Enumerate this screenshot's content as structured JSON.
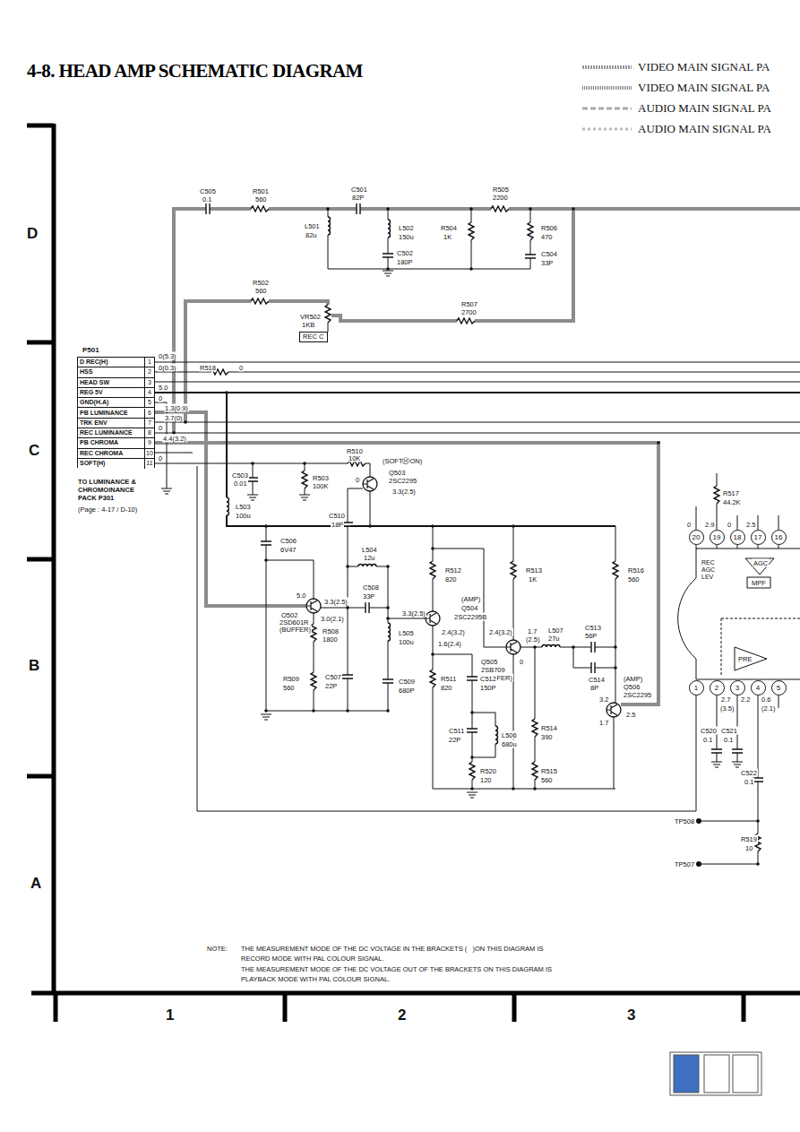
{
  "diagram": {
    "title": "4-8. HEAD AMP SCHEMATIC DIAGRAM",
    "nodes": [
      {
        "text": [
          "P501"
        ]
      },
      {
        "text": [
          "D REC(H)",
          "1"
        ],
        "in": 0
      },
      {
        "text": [
          "HSS",
          "2"
        ],
        "in": 0
      },
      {
        "text": [
          "HEAD SW",
          "3"
        ],
        "in": 0
      },
      {
        "text": [
          "REG 5V",
          "4"
        ],
        "in": 0
      },
      {
        "text": [
          "GND(H.A)",
          "5"
        ],
        "in": 0
      },
      {
        "text": [
          "PB LUMINANCE",
          "6"
        ],
        "in": 0
      },
      {
        "text": [
          "TRK ENV",
          "7"
        ],
        "in": 0
      },
      {
        "text": [
          "REC LUMINANCE",
          "8"
        ],
        "in": 0
      },
      {
        "text": [
          "PB CHROMA",
          "9"
        ],
        "in": 0
      },
      {
        "text": [
          "REC CHROMA",
          "10"
        ],
        "in": 0
      },
      {
        "text": [
          "SOFT(H)",
          "11"
        ],
        "in": 0
      },
      {
        "text": [
          "REC C"
        ]
      },
      {
        "text": [
          "20"
        ]
      },
      {
        "text": [
          "19"
        ]
      },
      {
        "text": [
          "18"
        ]
      },
      {
        "text": [
          "17"
        ]
      },
      {
        "text": [
          "16"
        ]
      },
      {
        "text": [
          "1"
        ]
      },
      {
        "text": [
          "2"
        ]
      },
      {
        "text": [
          "3"
        ]
      },
      {
        "text": [
          "4"
        ]
      },
      {
        "text": [
          "5"
        ]
      }
    ],
    "labels": [
      "D",
      "C",
      "B",
      "A",
      "1",
      "2",
      "3",
      "C505",
      "0.1",
      "R501",
      "560",
      "C501",
      "82P",
      "R505",
      "2200",
      "L501",
      "82u",
      "L502",
      "150u",
      "R504",
      "1K",
      "R506",
      "470",
      "C502",
      "180P",
      "C504",
      "33P",
      "R502",
      "560",
      "R507",
      "2700",
      "VR502",
      "1KB",
      "0(5.3)",
      "0(0.3)",
      "R518",
      "0",
      "5.0",
      "0",
      "1.3(0.9)",
      "3.7(0)",
      "0",
      "4.4(3.2)",
      "0",
      "TO LUMINANCE & CHROMOINANCE PACK P301",
      "(Page : 4-17 / D-10)",
      "R510",
      "10K",
      "(SOFTⒽON)",
      "Q503",
      "2SC2295",
      "3.3(2.5)",
      "0",
      "C503",
      "0.01",
      "R503",
      "100K",
      "L503",
      "100u",
      "C506",
      "6V47",
      "C510",
      "18P",
      "L504",
      "12u",
      "C508",
      "33P",
      "R512",
      "820",
      "R513",
      "1K",
      "R516",
      "560",
      "5.0",
      "Q502",
      "2SD601R",
      "(BUFFER)",
      "3.3(2.5)",
      "3.0(2.1)",
      "R508",
      "1800",
      "(AMP)",
      "Q504",
      "2SC2295B",
      "3.3(2.5)",
      "2.4(3.2)",
      "1.6(2.4)",
      "2.4(3.2)",
      "Q505",
      "2SB709",
      "(BUFFER)",
      "0",
      "1.7",
      "(2.5)",
      "L507",
      "27u",
      "C513",
      "56P",
      "L505",
      "100u",
      "C514",
      "8P",
      "R509",
      "560",
      "C507",
      "22P",
      "C509",
      "680P",
      "R511",
      "820",
      "C512",
      "150P",
      "(AMP)",
      "Q506",
      "2SC2295",
      "3.2",
      "2.5",
      "1.7",
      "C511",
      "22P",
      "L506",
      "680u",
      "R514",
      "390",
      "R520",
      "120",
      "R515",
      "560",
      "R517",
      "44.2K",
      "0",
      "2.9",
      "0",
      "2.5",
      "REC AGC LEV",
      "AGC",
      "MPF",
      "PRE",
      "2.7",
      "(3.5)",
      "2.2",
      "0.6",
      "(2.1)",
      "C520",
      "0.1",
      "C521",
      "0.1",
      "C522",
      "0.1",
      "TP508",
      "R519",
      "10",
      "TP507",
      "NOTE:",
      "THE MEASUREMENT MODE OF THE DC VOLTAGE IN THE BRACKETS (   )ON THIS DIAGRAM IS",
      "RECORD MODE WITH PAL COLOUR SIGNAL.",
      "THE MEASUREMENT MODE OF THE DC VOLTAGE OUT OF THE BRACKETS ON THIS DIAGRAM IS",
      "PLAYBACK MODE WITH PAL COLOUR SIGNAL."
    ],
    "legend": [
      {
        "text": "VIDEO MAIN SIGNAL PA"
      },
      {
        "text": "VIDEO MAIN SIGNAL PA"
      },
      {
        "text": "AUDIO MAIN SIGNAL PA"
      },
      {
        "text": "AUDIO MAIN SIGNAL PA"
      }
    ]
  }
}
